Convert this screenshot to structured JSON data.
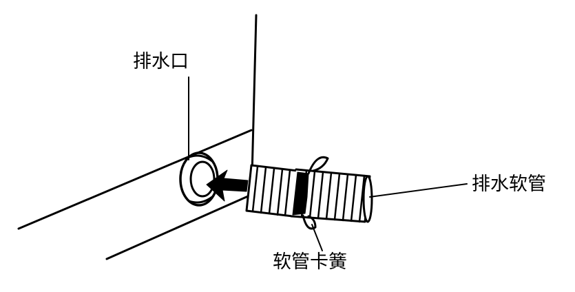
{
  "labels": {
    "drain_outlet": "排水口",
    "drain_hose": "排水软管",
    "hose_clip": "软管卡簧"
  },
  "colors": {
    "ink": "#000000",
    "paper": "#ffffff"
  }
}
